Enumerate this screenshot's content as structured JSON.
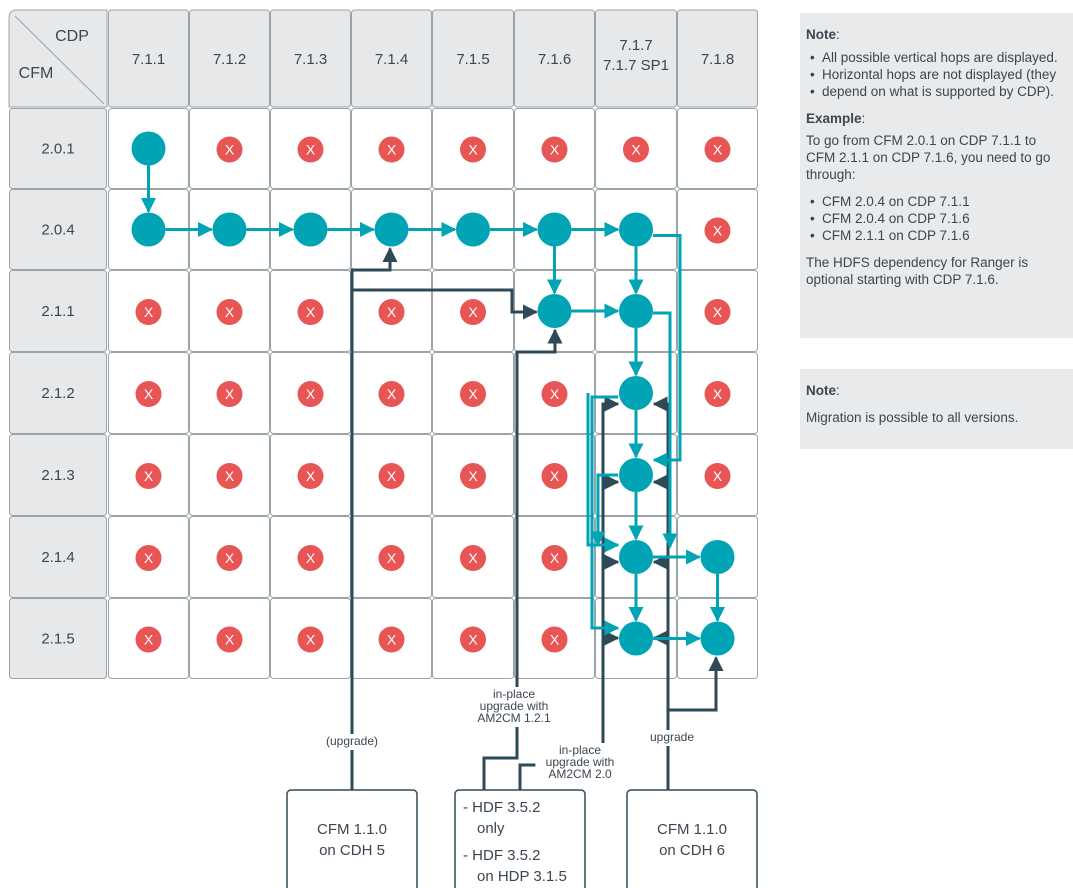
{
  "header": {
    "cdp_label": "CDP",
    "cfm_label": "CFM"
  },
  "cdp_versions": [
    "7.1.1",
    "7.1.2",
    "7.1.3",
    "7.1.4",
    "7.1.5",
    "7.1.6",
    [
      "7.1.7",
      "7.1.7 SP1"
    ],
    "7.1.8"
  ],
  "cfm_versions": [
    "2.0.1",
    "2.0.4",
    "2.1.1",
    "2.1.2",
    "2.1.3",
    "2.1.4",
    "2.1.5"
  ],
  "cell_x_label": "X",
  "cells": [
    [
      "node",
      "x",
      "x",
      "x",
      "x",
      "x",
      "x",
      "x"
    ],
    [
      "node",
      "node",
      "node",
      "node",
      "node",
      "node",
      "node",
      "x"
    ],
    [
      "x",
      "x",
      "x",
      "x",
      "x",
      "node",
      "node",
      "x"
    ],
    [
      "x",
      "x",
      "x",
      "x",
      "x",
      "x",
      "node",
      "x"
    ],
    [
      "x",
      "x",
      "x",
      "x",
      "x",
      "x",
      "node",
      "x"
    ],
    [
      "x",
      "x",
      "x",
      "x",
      "x",
      "x",
      "node",
      "node"
    ],
    [
      "x",
      "x",
      "x",
      "x",
      "x",
      "x",
      "node",
      "node"
    ]
  ],
  "sources": {
    "cdh5": {
      "lines": [
        "CFM 1.1.0",
        "on CDH 5"
      ],
      "label": "(upgrade)"
    },
    "hdf": {
      "items": [
        [
          "- HDF 3.5.2",
          "only"
        ],
        [
          "- HDF 3.5.2",
          "on HDP 3.1.5"
        ]
      ],
      "label_a": [
        "in-place",
        "upgrade with",
        "AM2CM 1.2.1"
      ],
      "label_b": [
        "in-place",
        "upgrade  with",
        "AM2CM 2.0"
      ]
    },
    "cdh6": {
      "lines": [
        "CFM 1.1.0",
        "on CDH 6"
      ],
      "label": "upgrade"
    }
  },
  "note1": {
    "heading": "Note",
    "bullets": [
      "All possible vertical hops are displayed.",
      "Horizontal hops are not displayed (they",
      "depend on what is supported by CDP)."
    ],
    "example_heading": "Example",
    "example_text": "To go from CFM 2.0.1 on CDP 7.1.1 to CFM 2.1.1 on CDP 7.1.6, you need to go through:",
    "example_bullets": [
      "CFM 2.0.4 on CDP 7.1.1",
      "CFM 2.0.4 on CDP 7.1.6",
      "CFM 2.1.1 on CDP 7.1.6"
    ],
    "footer": "The HDFS dependency for Ranger is optional starting with CDP 7.1.6."
  },
  "note2": {
    "heading": "Note",
    "text": "Migration is possible to all versions."
  },
  "colors": {
    "node": "#00a4b4",
    "x_mark": "#e85555",
    "line_dark": "#2f4a57",
    "cell_header": "#e6e8ea",
    "border": "#9aa3a8"
  }
}
